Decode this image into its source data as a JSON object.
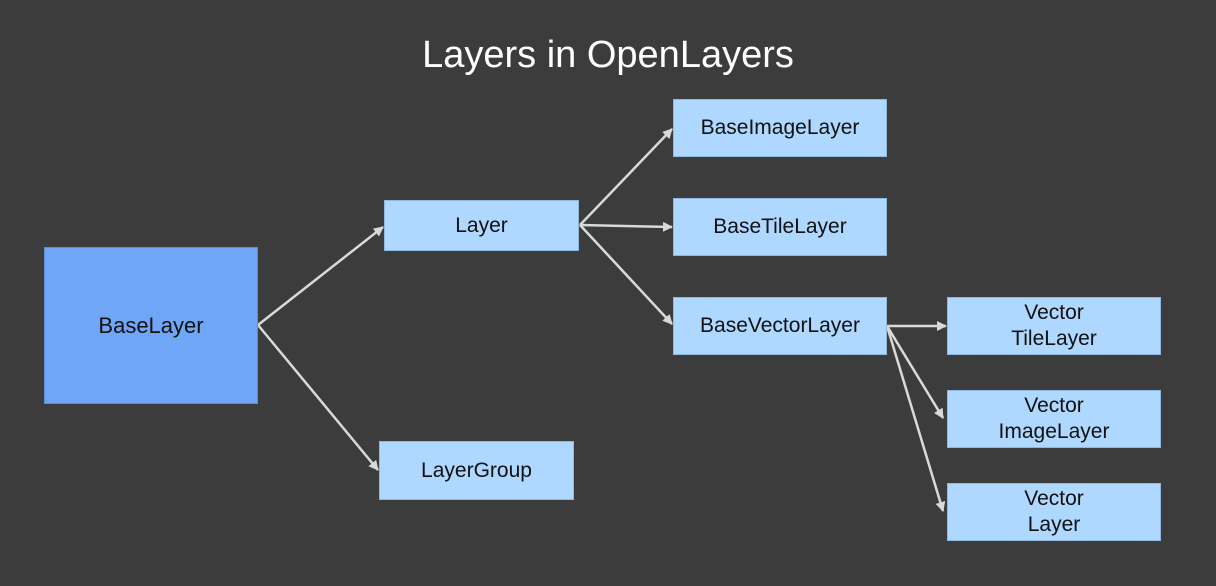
{
  "title": "Layers in OpenLayers",
  "colors": {
    "background": "#3d3c3c",
    "root_fill": "#6fa6f7",
    "node_fill": "#aed8ff",
    "edge": "#d9d9d9"
  },
  "nodes": {
    "base_layer": "BaseLayer",
    "layer": "Layer",
    "layer_group": "LayerGroup",
    "base_image_layer": "BaseImageLayer",
    "base_tile_layer": "BaseTileLayer",
    "base_vector_layer": "BaseVectorLayer",
    "vector_tile_layer": "Vector\nTileLayer",
    "vector_image_layer": "Vector\nImageLayer",
    "vector_layer": "Vector\nLayer"
  },
  "edges": [
    {
      "from": "BaseLayer",
      "to": "Layer"
    },
    {
      "from": "BaseLayer",
      "to": "LayerGroup"
    },
    {
      "from": "Layer",
      "to": "BaseImageLayer"
    },
    {
      "from": "Layer",
      "to": "BaseTileLayer"
    },
    {
      "from": "Layer",
      "to": "BaseVectorLayer"
    },
    {
      "from": "BaseVectorLayer",
      "to": "Vector TileLayer"
    },
    {
      "from": "BaseVectorLayer",
      "to": "Vector ImageLayer"
    },
    {
      "from": "BaseVectorLayer",
      "to": "Vector Layer"
    }
  ]
}
